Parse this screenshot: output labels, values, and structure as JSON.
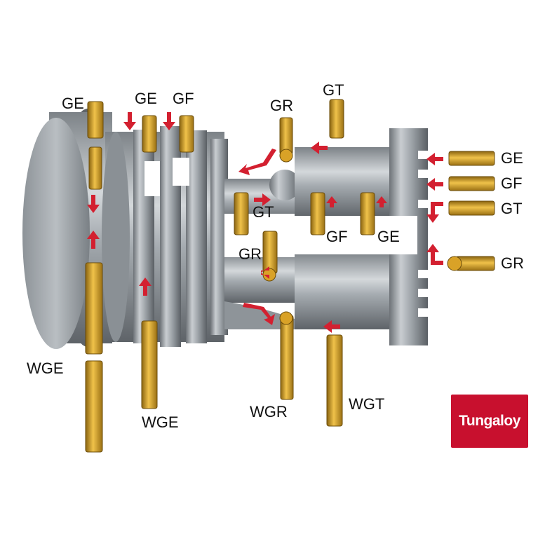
{
  "labels": {
    "ge_top_left": "GE",
    "ge_top_mid": "GE",
    "gf_top": "GF",
    "gr_top": "GR",
    "gt_top": "GT",
    "ge_right": "GE",
    "gf_right": "GF",
    "gt_right": "GT",
    "gr_right": "GR",
    "gt_center": "GT",
    "gf_center": "GF",
    "ge_center": "GE",
    "gr_center": "GR",
    "wge_left": "WGE",
    "wge_mid": "WGE",
    "wgr": "WGR",
    "wgt": "WGT"
  },
  "logo": {
    "text": "Tungaloy",
    "color": "#c8102e"
  },
  "colors": {
    "arrow": "#d32030",
    "insert": "#d9a227",
    "metal": "#9aa0a6"
  }
}
